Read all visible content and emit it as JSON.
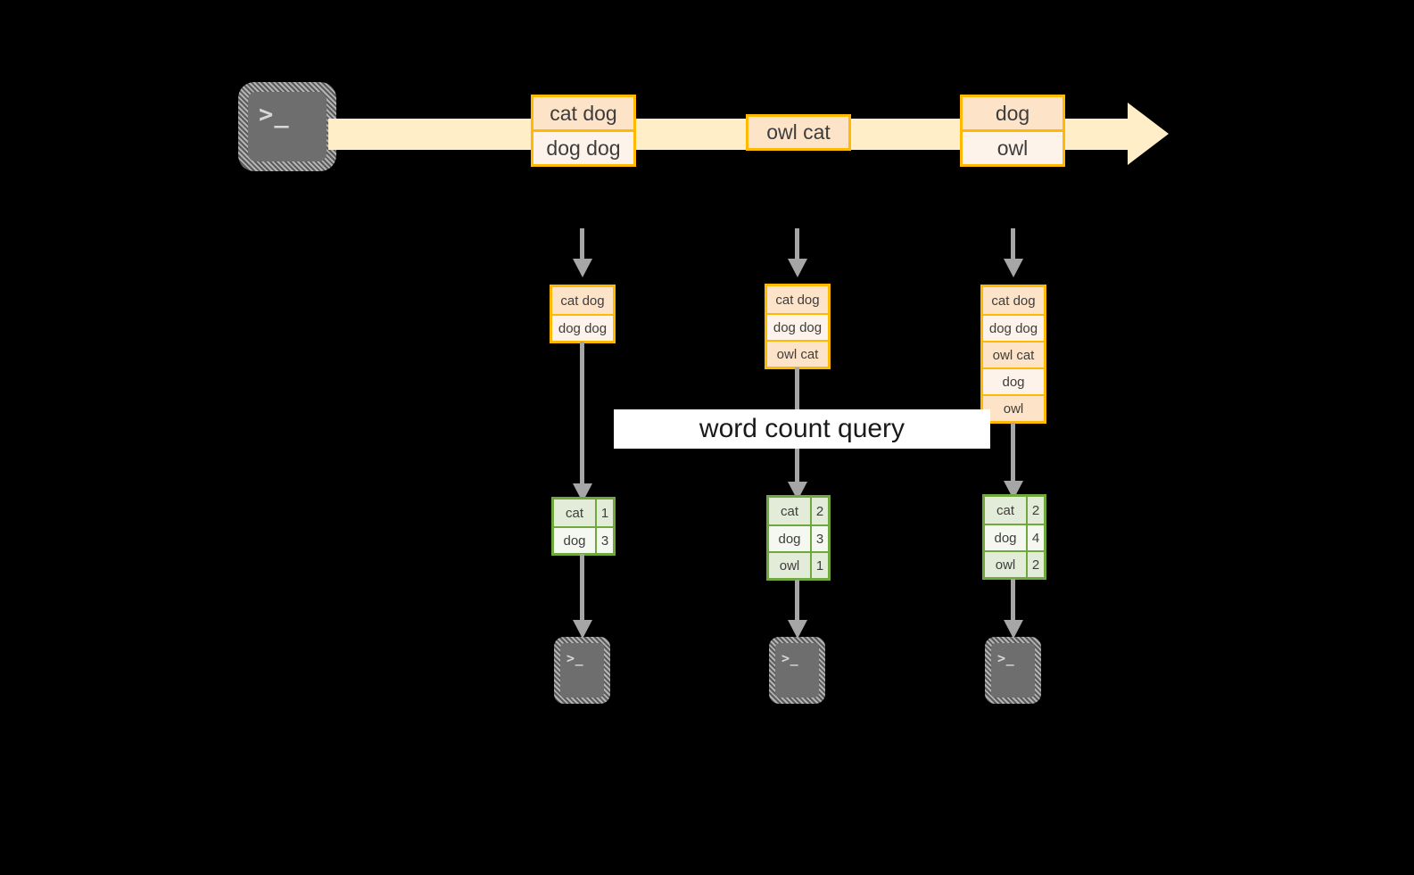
{
  "diagram": {
    "title": "word count query",
    "colors": {
      "background": "#000000",
      "stream_band": "#ffeec7",
      "event_border": "#ffb900",
      "event_fill_dark": "#fde4c9",
      "event_fill_light": "#fef3ea",
      "result_border": "#6fa83c",
      "result_fill_dark": "#e3ecd9",
      "result_fill_light": "#f4f8f0",
      "connector": "#a6a6a6",
      "terminal_fill": "#6e6e6e",
      "label_fill": "#ffffff"
    }
  },
  "source": {
    "icon": "terminal-icon",
    "prompt": ">_"
  },
  "stream": {
    "events": [
      {
        "lines": [
          "cat dog",
          "dog dog"
        ]
      },
      {
        "lines": [
          "owl cat"
        ]
      },
      {
        "lines": [
          "dog",
          "owl"
        ]
      }
    ]
  },
  "snapshots": [
    {
      "lines": [
        "cat dog",
        "dog dog"
      ]
    },
    {
      "lines": [
        "cat dog",
        "dog dog",
        "owl cat"
      ]
    },
    {
      "lines": [
        "cat dog",
        "dog dog",
        "owl cat",
        "dog",
        "owl"
      ]
    }
  ],
  "query": {
    "label": "word count query"
  },
  "results": [
    {
      "rows": [
        {
          "word": "cat",
          "count": "1"
        },
        {
          "word": "dog",
          "count": "3"
        }
      ]
    },
    {
      "rows": [
        {
          "word": "cat",
          "count": "2"
        },
        {
          "word": "dog",
          "count": "3"
        },
        {
          "word": "owl",
          "count": "1"
        }
      ]
    },
    {
      "rows": [
        {
          "word": "cat",
          "count": "2"
        },
        {
          "word": "dog",
          "count": "4"
        },
        {
          "word": "owl",
          "count": "2"
        }
      ]
    }
  ],
  "sinks": [
    {
      "icon": "terminal-icon",
      "prompt": ">_"
    },
    {
      "icon": "terminal-icon",
      "prompt": ">_"
    },
    {
      "icon": "terminal-icon",
      "prompt": ">_"
    }
  ]
}
